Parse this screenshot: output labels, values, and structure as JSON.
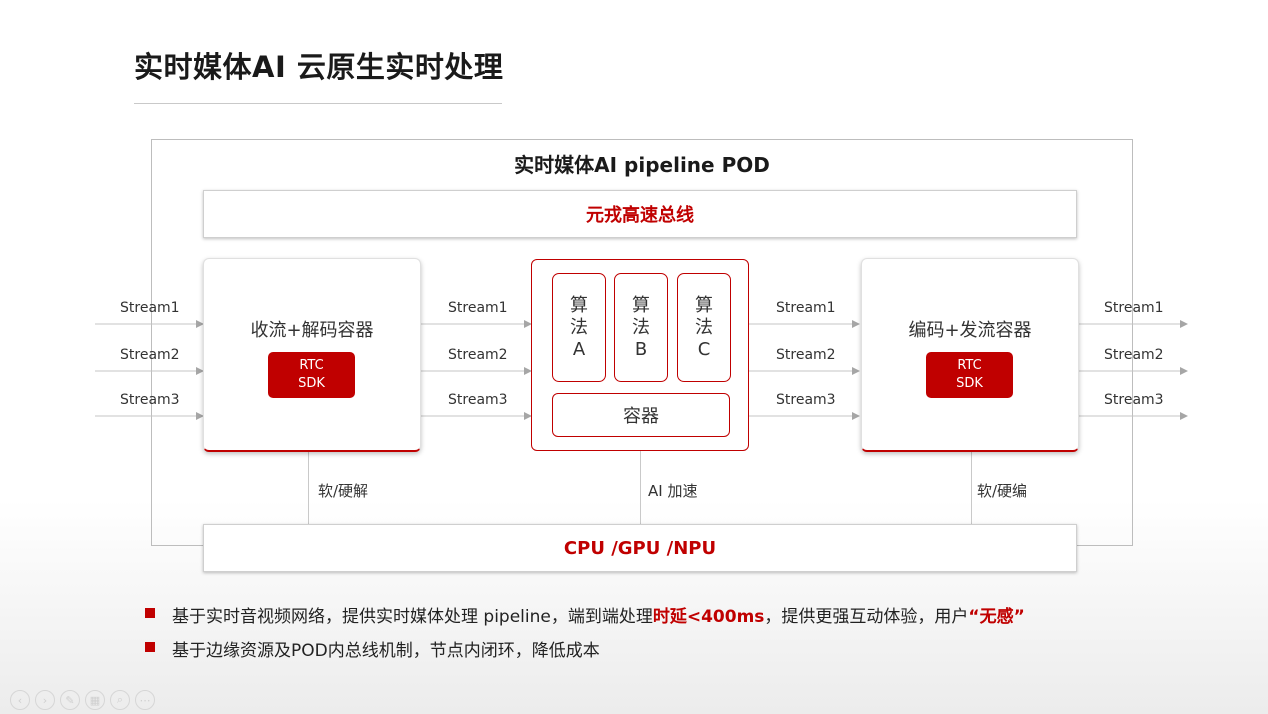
{
  "slide": {
    "title": "实时媒体AI  云原生实时处理"
  },
  "pod": {
    "title": "实时媒体AI pipeline POD",
    "bus_label": "元戎高速总线",
    "hardware_label": "CPU /GPU /NPU"
  },
  "decode_container": {
    "label": "收流+解码容器",
    "sdk_line1": "RTC",
    "sdk_line2": "SDK",
    "under_label": "软/硬解"
  },
  "algo_container": {
    "algos": [
      {
        "line1": "算",
        "line2": "法",
        "line3": "A"
      },
      {
        "line1": "算",
        "line2": "法",
        "line3": "B"
      },
      {
        "line1": "算",
        "line2": "法",
        "line3": "C"
      }
    ],
    "container_label": "容器",
    "under_label": "AI 加速"
  },
  "encode_container": {
    "label": "编码+发流容器",
    "sdk_line1": "RTC",
    "sdk_line2": "SDK",
    "under_label": "软/硬编"
  },
  "streams": [
    "Stream1",
    "Stream2",
    "Stream3"
  ],
  "bullets": [
    {
      "before": "基于实时音视频网络，提供实时媒体处理 pipeline，端到端处理",
      "highlight1": "时延<400ms",
      "middle": "，提供更强互动体验，用户",
      "highlight2": "“无感”"
    },
    {
      "text": "基于边缘资源及POD内总线机制，节点内闭环，降低成本"
    }
  ],
  "colors": {
    "accent": "#c00000",
    "line": "#bdbdbd"
  },
  "nav_icons": [
    "back-icon",
    "forward-icon",
    "pen-icon",
    "grid-icon",
    "zoom-icon",
    "more-icon"
  ]
}
